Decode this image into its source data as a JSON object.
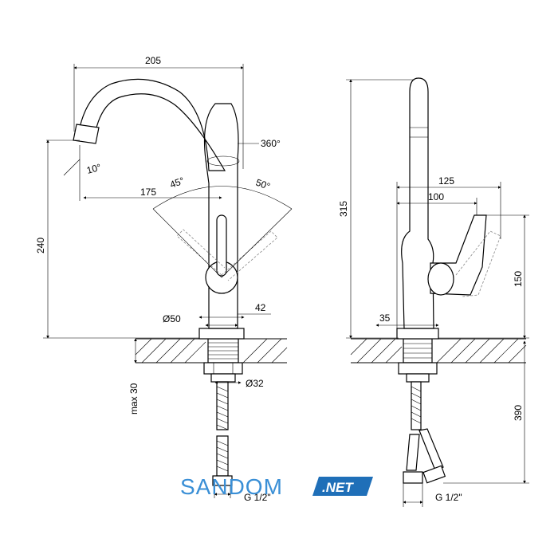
{
  "front_view": {
    "dims": {
      "spout_reach": "205",
      "rotation": "360°",
      "outlet_angle": "10°",
      "lever_reach": "175",
      "lever_angle_left": "45°",
      "lever_angle_right": "50°",
      "height": "240",
      "base_diameter": "Ø50",
      "body_width": "42",
      "shank_diameter": "Ø32",
      "max_counter": "max 30",
      "connection": "G 1/2\""
    }
  },
  "side_view": {
    "dims": {
      "total_height": "315",
      "handle_reach": "125",
      "spout_offset": "100",
      "handle_height": "150",
      "base_offset": "35",
      "hose_length": "390",
      "connection": "G 1/2\""
    }
  },
  "watermark": {
    "brand": "SANDOM",
    "suffix": ".NET",
    "brand_color": "#3a8fd6",
    "badge_color": "#1f6fb8"
  }
}
